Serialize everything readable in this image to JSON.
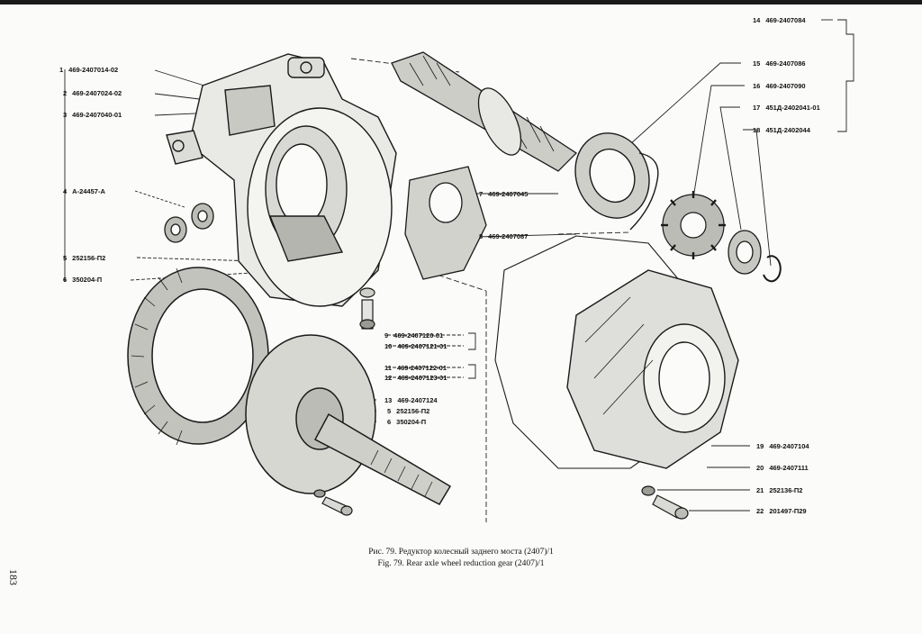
{
  "callouts": [
    {
      "num": "1",
      "code": "469-2407014-02"
    },
    {
      "num": "2",
      "code": "469-2407024-02"
    },
    {
      "num": "3",
      "code": "469-2407040-01"
    },
    {
      "num": "4",
      "code": "А-24457-А"
    },
    {
      "num": "5",
      "code": "252156-П2"
    },
    {
      "num": "6",
      "code": "350204-П"
    },
    {
      "num": "7",
      "code": "469-2407045"
    },
    {
      "num": "8",
      "code": "469-2407087"
    },
    {
      "num": "9",
      "code": "469-2407120-01"
    },
    {
      "num": "10",
      "code": "469-2407121-01"
    },
    {
      "num": "11",
      "code": "469-2407122-01"
    },
    {
      "num": "12",
      "code": "469-2407123-01"
    },
    {
      "num": "13",
      "code": "469-2407124"
    },
    {
      "num": "5",
      "code": "252156-П2"
    },
    {
      "num": "6",
      "code": "350204-П"
    },
    {
      "num": "14",
      "code": "469-2407084"
    },
    {
      "num": "15",
      "code": "469-2407086"
    },
    {
      "num": "16",
      "code": "469-2407090"
    },
    {
      "num": "17",
      "code": "451Д-2402041-01"
    },
    {
      "num": "18",
      "code": "451Д-2402044"
    },
    {
      "num": "19",
      "code": "469-2407104"
    },
    {
      "num": "20",
      "code": "469-2407111"
    },
    {
      "num": "21",
      "code": "252136-П2"
    },
    {
      "num": "22",
      "code": "201497-П29"
    }
  ],
  "caption": {
    "ru": "Рис. 79. Редуктор колесный заднего моста (2407)/1",
    "en": "Fig. 79. Rear axle wheel reduction gear (2407)/1"
  },
  "page_number": "183"
}
